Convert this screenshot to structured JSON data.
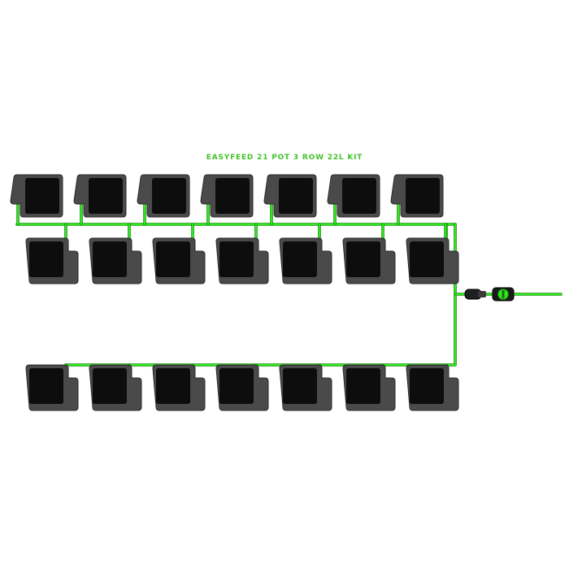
{
  "title": "EASYFEED 21 POT 3 ROW 22L KIT",
  "colors": {
    "pipe": "#2ee81c",
    "pipe_dark": "#1b8f13",
    "pot_outer": "#4a4a4a",
    "pot_inner": "#0d0d0d",
    "title": "#43c22a"
  },
  "rows": [
    {
      "name": "row-1",
      "pot_count": 7,
      "tray_side": "left",
      "feed": "above"
    },
    {
      "name": "row-2",
      "pot_count": 7,
      "tray_side": "right",
      "feed": "above"
    },
    {
      "name": "row-3",
      "pot_count": 7,
      "tray_side": "right",
      "feed": "above"
    }
  ],
  "fittings": [
    "connector-icon",
    "tap-valve-icon"
  ]
}
